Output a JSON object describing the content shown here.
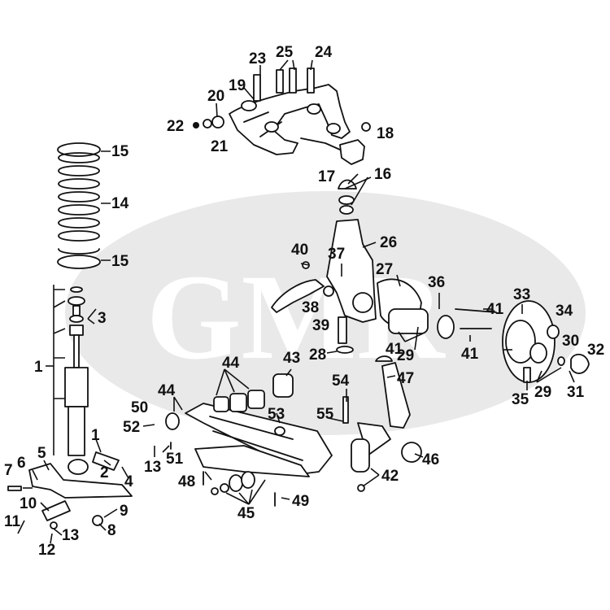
{
  "diagram": {
    "watermark_text": "GMR",
    "colors": {
      "ink": "#111111",
      "watermark": "#e9e9e9",
      "background": "#ffffff"
    },
    "callouts": [
      {
        "id": "c23",
        "text": "23"
      },
      {
        "id": "c25",
        "text": "25"
      },
      {
        "id": "c24",
        "text": "24"
      },
      {
        "id": "c19",
        "text": "19"
      },
      {
        "id": "c20",
        "text": "20"
      },
      {
        "id": "c22",
        "text": "22"
      },
      {
        "id": "c21",
        "text": "21"
      },
      {
        "id": "c18",
        "text": "18"
      },
      {
        "id": "c15a",
        "text": "15"
      },
      {
        "id": "c14",
        "text": "14"
      },
      {
        "id": "c15b",
        "text": "15"
      },
      {
        "id": "c17",
        "text": "17"
      },
      {
        "id": "c16",
        "text": "16"
      },
      {
        "id": "c26",
        "text": "26"
      },
      {
        "id": "c40",
        "text": "40"
      },
      {
        "id": "c37",
        "text": "37"
      },
      {
        "id": "c27",
        "text": "27"
      },
      {
        "id": "c36",
        "text": "36"
      },
      {
        "id": "c33",
        "text": "33"
      },
      {
        "id": "c38",
        "text": "38"
      },
      {
        "id": "c39",
        "text": "39"
      },
      {
        "id": "c41a",
        "text": "41"
      },
      {
        "id": "c34",
        "text": "34"
      },
      {
        "id": "c3",
        "text": "3"
      },
      {
        "id": "c30",
        "text": "30"
      },
      {
        "id": "c32",
        "text": "32"
      },
      {
        "id": "c41b",
        "text": "41"
      },
      {
        "id": "c41c",
        "text": "41"
      },
      {
        "id": "c28",
        "text": "28"
      },
      {
        "id": "c29a",
        "text": "29"
      },
      {
        "id": "c1a",
        "text": "1"
      },
      {
        "id": "c44a",
        "text": "44"
      },
      {
        "id": "c43",
        "text": "43"
      },
      {
        "id": "c47",
        "text": "47"
      },
      {
        "id": "c29b",
        "text": "29"
      },
      {
        "id": "c31",
        "text": "31"
      },
      {
        "id": "c35",
        "text": "35"
      },
      {
        "id": "c54",
        "text": "54"
      },
      {
        "id": "c50",
        "text": "50"
      },
      {
        "id": "c44b",
        "text": "44"
      },
      {
        "id": "c53",
        "text": "53"
      },
      {
        "id": "c55",
        "text": "55"
      },
      {
        "id": "c52",
        "text": "52"
      },
      {
        "id": "c1b",
        "text": "1"
      },
      {
        "id": "c13a",
        "text": "13"
      },
      {
        "id": "c51",
        "text": "51"
      },
      {
        "id": "c46",
        "text": "46"
      },
      {
        "id": "c5",
        "text": "5"
      },
      {
        "id": "c6",
        "text": "6"
      },
      {
        "id": "c2",
        "text": "2"
      },
      {
        "id": "c7",
        "text": "7"
      },
      {
        "id": "c4",
        "text": "4"
      },
      {
        "id": "c48",
        "text": "48"
      },
      {
        "id": "c42",
        "text": "42"
      },
      {
        "id": "c10",
        "text": "10"
      },
      {
        "id": "c49",
        "text": "49"
      },
      {
        "id": "c9",
        "text": "9"
      },
      {
        "id": "c45",
        "text": "45"
      },
      {
        "id": "c11",
        "text": "11"
      },
      {
        "id": "c8",
        "text": "8"
      },
      {
        "id": "c13b",
        "text": "13"
      },
      {
        "id": "c12",
        "text": "12"
      }
    ]
  }
}
